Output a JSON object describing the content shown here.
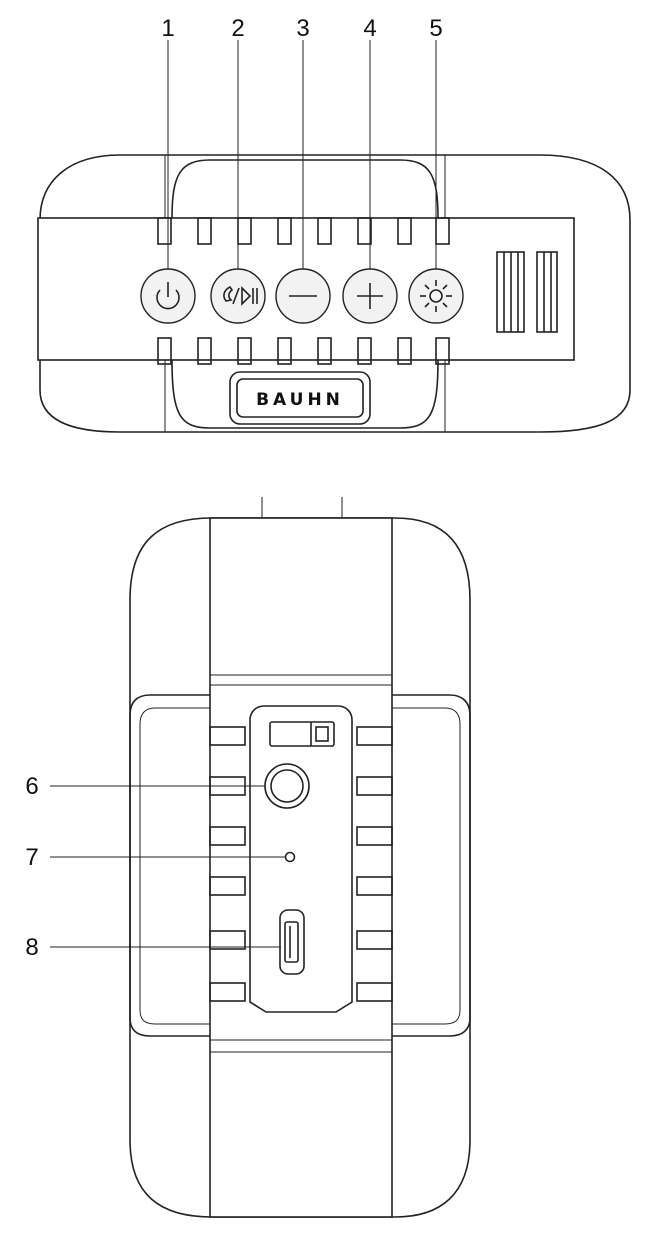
{
  "callouts": {
    "c1": "1",
    "c2": "2",
    "c3": "3",
    "c4": "4",
    "c5": "5",
    "c6": "6",
    "c7": "7",
    "c8": "8"
  },
  "brand": "BAUHN",
  "buttons": [
    "power-icon",
    "call-play-pause-icon",
    "volume-down-icon",
    "volume-up-icon",
    "light-icon"
  ],
  "ports": [
    "switch-icon",
    "aux-jack-icon",
    "indicator-led-icon",
    "micro-usb-port-icon"
  ]
}
